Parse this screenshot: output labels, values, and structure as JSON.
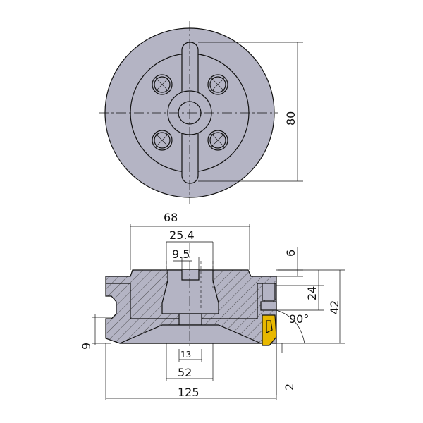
{
  "colors": {
    "body": "#b4b4c4",
    "insert": "#e8b800",
    "line": "#111111"
  },
  "top_view": {
    "dim_diameter": "80"
  },
  "side_view": {
    "dim_68": "68",
    "dim_25_4": "25.4",
    "dim_9_5": "9.5",
    "dim_6": "6",
    "dim_24": "24",
    "dim_42": "42",
    "angle": "90°",
    "dim_9": "9",
    "dim_13": "13",
    "dim_52": "52",
    "dim_125": "125",
    "dim_2": "2"
  }
}
